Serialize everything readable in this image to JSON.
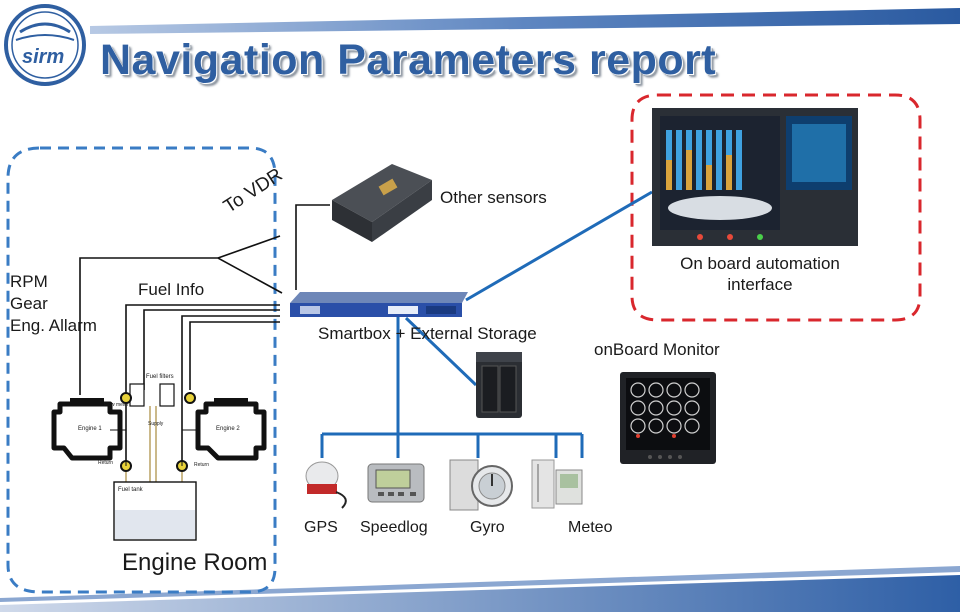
{
  "header": {
    "logo_text": "sirm",
    "title": "Navigation Parameters report"
  },
  "engine_room": {
    "title": "Engine Room",
    "signals": [
      "RPM",
      "Gear",
      "Eng. Allarm"
    ],
    "fuel_label": "Fuel Info",
    "diagram_labels": {
      "engine1": "Engine 1",
      "engine2": "Engine 2",
      "fuel_filters": "Fuel filters",
      "flow_meter": "Flow meter",
      "supply": "Supply",
      "return_left": "Return",
      "return_right": "Return",
      "fuel_tank": "Fuel tank"
    }
  },
  "links": {
    "to_vdr": "To VDR"
  },
  "devices": {
    "other_sensors": "Other sensors",
    "smartbox": "Smartbox + External Storage",
    "automation": "On board automation interface",
    "monitor": "onBoard Monitor"
  },
  "sensors": [
    {
      "label": "GPS"
    },
    {
      "label": "Speedlog"
    },
    {
      "label": "Gyro"
    },
    {
      "label": "Meteo"
    }
  ],
  "colors": {
    "title": "#2f5fa1",
    "engine_box": "#3a7cc4",
    "automation_box": "#d9272d",
    "connector": "#1f6bb8",
    "wire": "#111111"
  }
}
